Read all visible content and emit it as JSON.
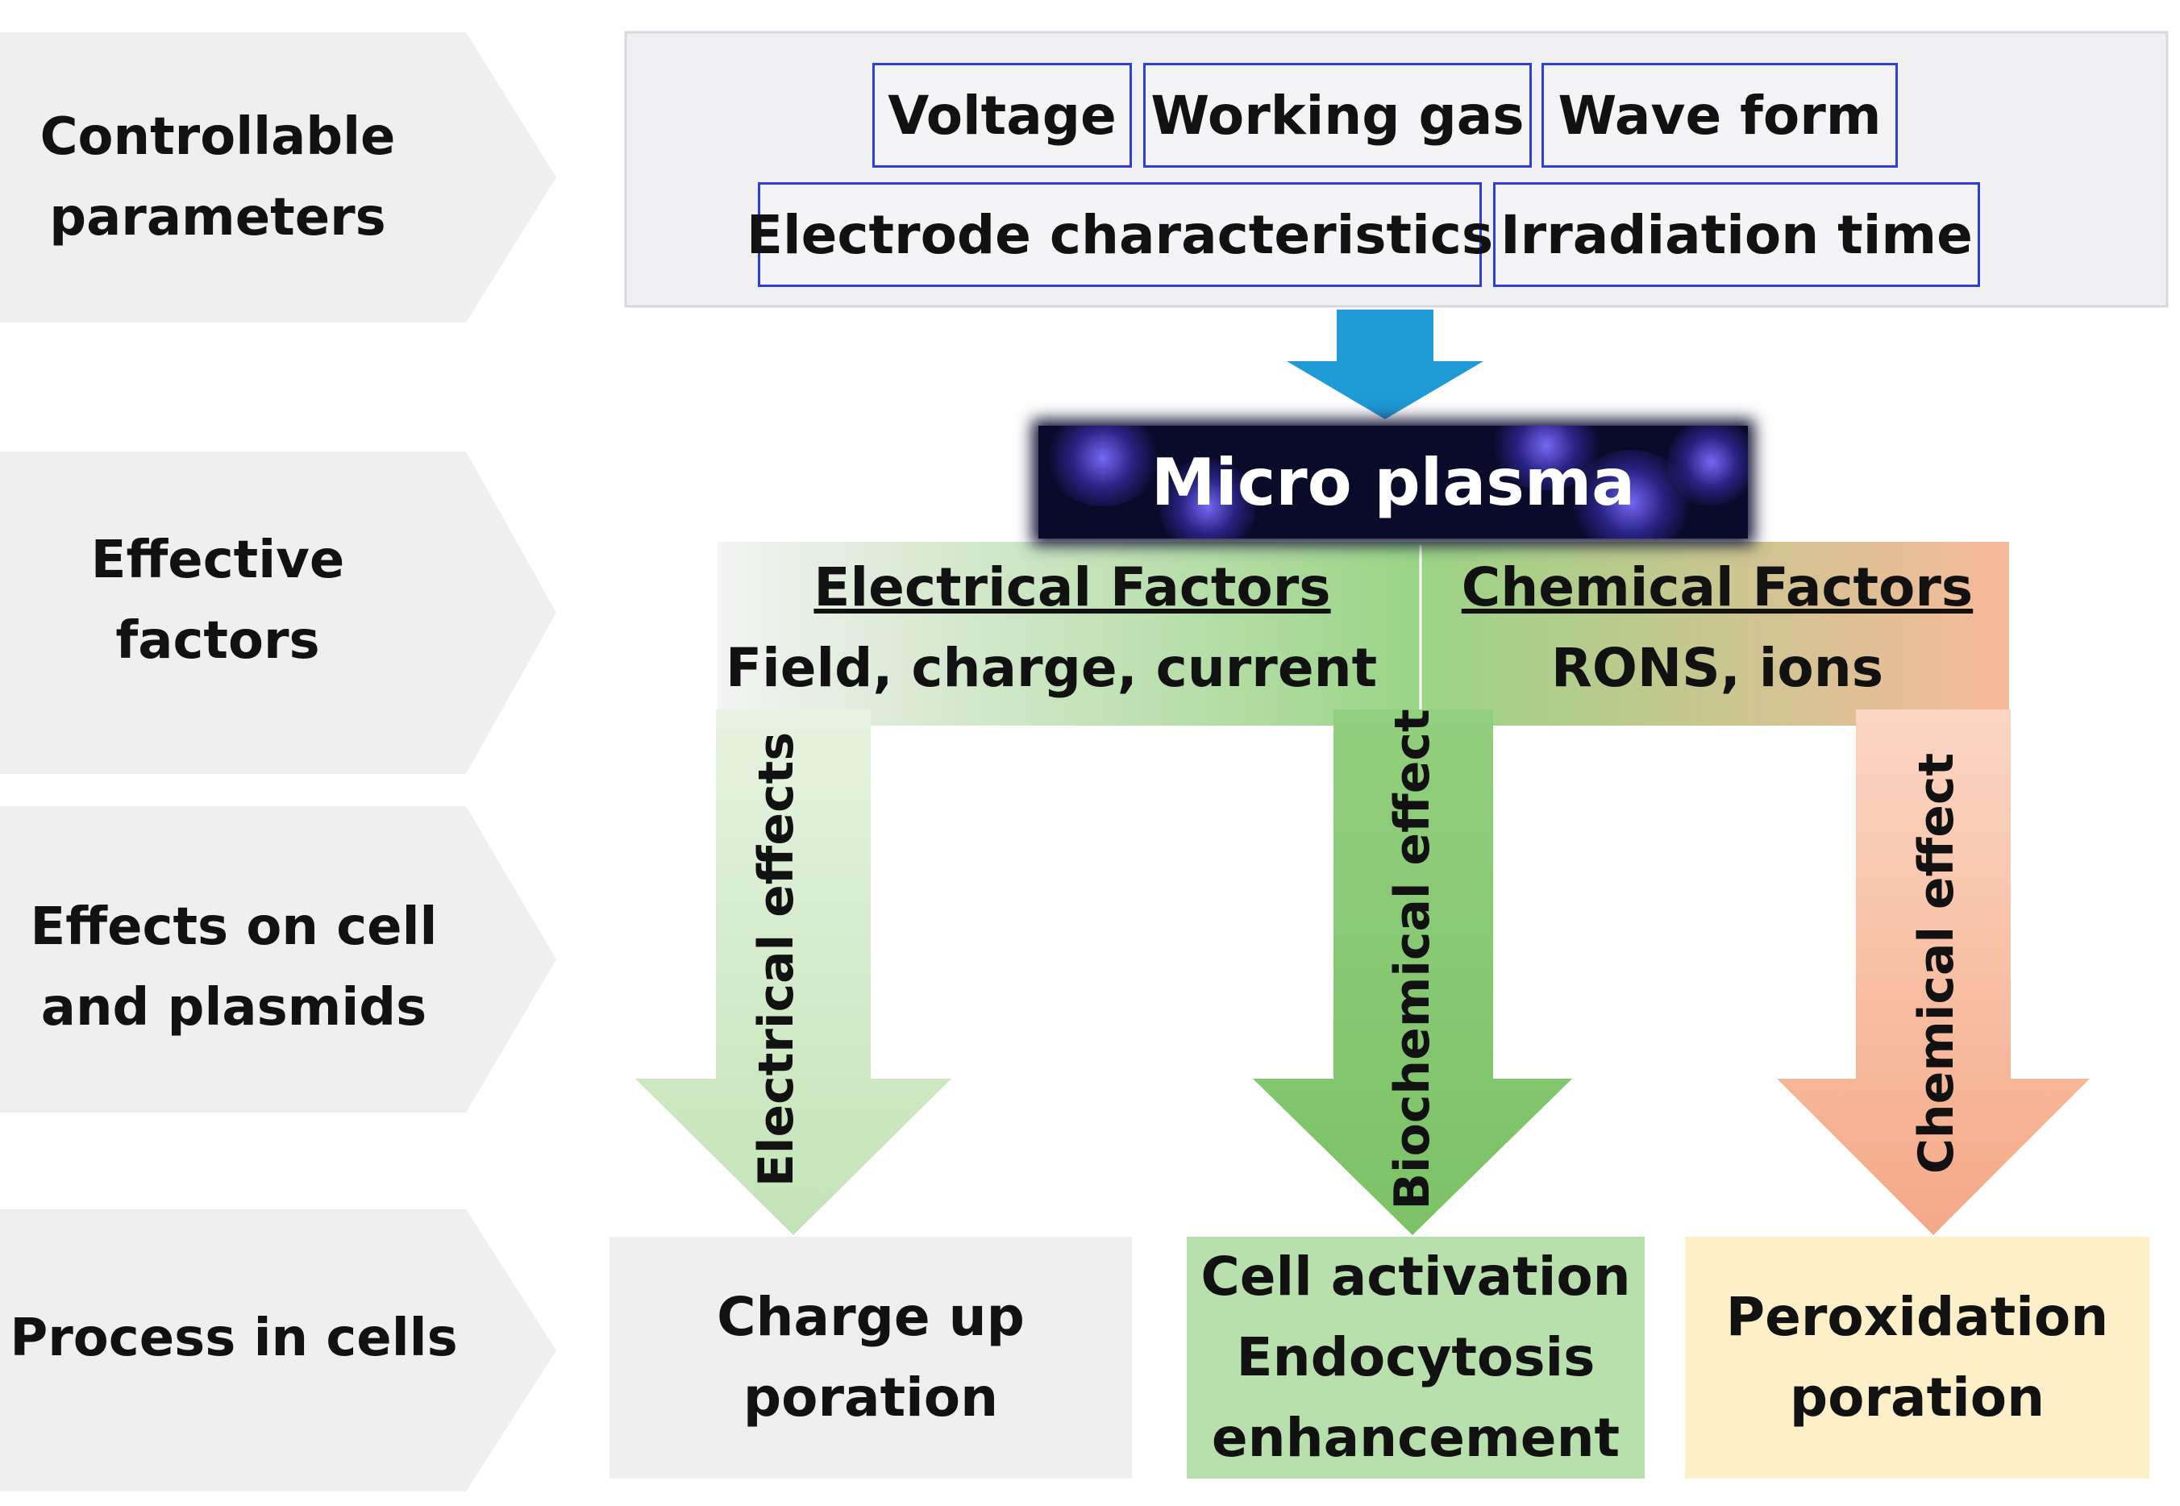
{
  "rows": [
    {
      "label_lines": [
        "Controllable",
        "parameters"
      ]
    },
    {
      "label_lines": [
        "Effective",
        "factors"
      ]
    },
    {
      "label_lines": [
        "Effects on cell",
        "and plasmids"
      ]
    },
    {
      "label_lines": [
        "Process in cells"
      ]
    }
  ],
  "parameters": [
    "Voltage",
    "Working gas",
    "Wave form",
    "Electrode characteristics",
    "Irradiation time"
  ],
  "source": "Micro plasma",
  "factors": {
    "electrical": {
      "title": "Electrical Factors",
      "subtitle": "Field, charge, current"
    },
    "chemical": {
      "title": "Chemical Factors",
      "subtitle": "RONS, ions"
    }
  },
  "effects": {
    "electrical": "Electrical effects",
    "biochemical": "Biochemical effect",
    "chemical": "Chemical effect"
  },
  "processes": {
    "electrical": [
      "Charge up",
      "poration"
    ],
    "biochemical": [
      "Cell activation",
      "Endocytosis",
      "enhancement"
    ],
    "chemical": [
      "Peroxidation",
      "poration"
    ]
  },
  "colors": {
    "row_band": "#efefef",
    "param_border": "#2f3fd6",
    "down_arrow": "#1e9ad6",
    "electrical_green": "#cfe9c4",
    "biochemical_green": "#8dcc78",
    "chemical_orange": "#f6b596",
    "process_gray": "#efefef",
    "process_green": "#b8e0ac",
    "process_yellow": "#fdefc8"
  }
}
